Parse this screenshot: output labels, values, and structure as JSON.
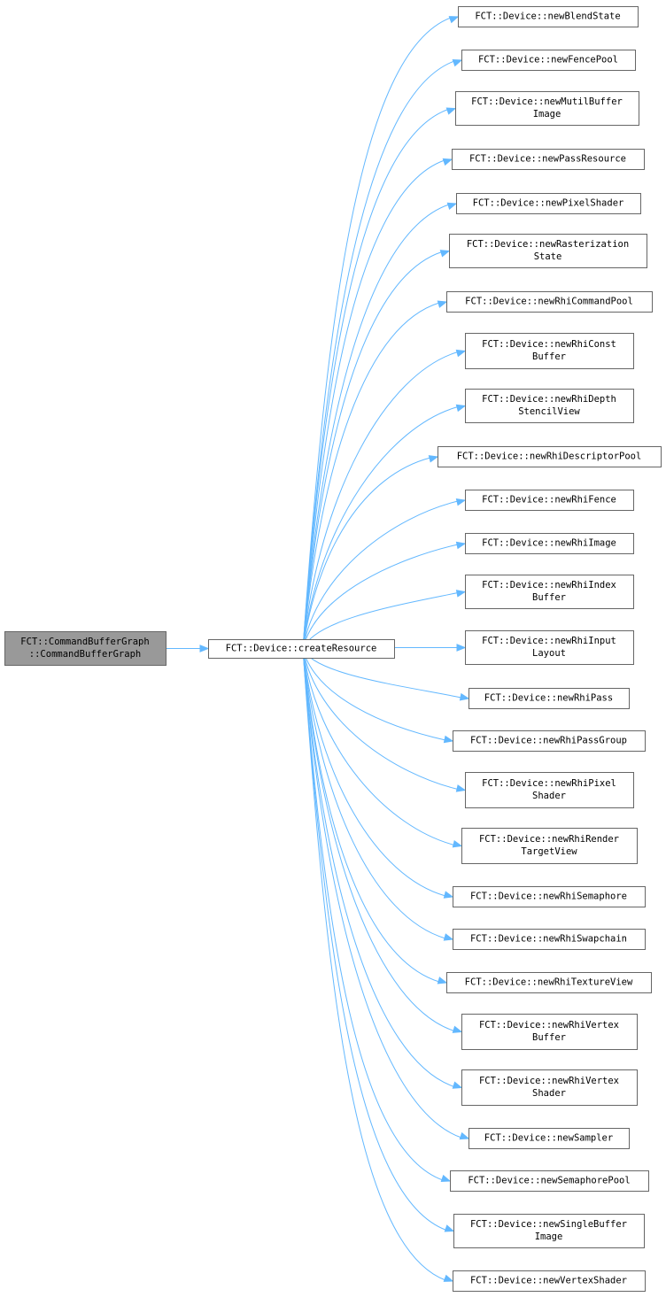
{
  "graph": {
    "root": {
      "id": "root",
      "lines": [
        "FCT::CommandBufferGraph",
        "::CommandBufferGraph"
      ]
    },
    "hub": {
      "id": "hub",
      "lines": [
        "FCT::Device::createResource"
      ]
    },
    "callees": [
      {
        "id": "newBlendState",
        "lines": [
          "FCT::Device::newBlendState"
        ]
      },
      {
        "id": "newFencePool",
        "lines": [
          "FCT::Device::newFencePool"
        ]
      },
      {
        "id": "newMutilBufferImage",
        "lines": [
          "FCT::Device::newMutilBuffer",
          "Image"
        ]
      },
      {
        "id": "newPassResource",
        "lines": [
          "FCT::Device::newPassResource"
        ]
      },
      {
        "id": "newPixelShader",
        "lines": [
          "FCT::Device::newPixelShader"
        ]
      },
      {
        "id": "newRasterizationState",
        "lines": [
          "FCT::Device::newRasterization",
          "State"
        ]
      },
      {
        "id": "newRhiCommandPool",
        "lines": [
          "FCT::Device::newRhiCommandPool"
        ]
      },
      {
        "id": "newRhiConstBuffer",
        "lines": [
          "FCT::Device::newRhiConst",
          "Buffer"
        ]
      },
      {
        "id": "newRhiDepthStencilView",
        "lines": [
          "FCT::Device::newRhiDepth",
          "StencilView"
        ]
      },
      {
        "id": "newRhiDescriptorPool",
        "lines": [
          "FCT::Device::newRhiDescriptorPool"
        ]
      },
      {
        "id": "newRhiFence",
        "lines": [
          "FCT::Device::newRhiFence"
        ]
      },
      {
        "id": "newRhiImage",
        "lines": [
          "FCT::Device::newRhiImage"
        ]
      },
      {
        "id": "newRhiIndexBuffer",
        "lines": [
          "FCT::Device::newRhiIndex",
          "Buffer"
        ]
      },
      {
        "id": "newRhiInputLayout",
        "lines": [
          "FCT::Device::newRhiInput",
          "Layout"
        ]
      },
      {
        "id": "newRhiPass",
        "lines": [
          "FCT::Device::newRhiPass"
        ]
      },
      {
        "id": "newRhiPassGroup",
        "lines": [
          "FCT::Device::newRhiPassGroup"
        ]
      },
      {
        "id": "newRhiPixelShader",
        "lines": [
          "FCT::Device::newRhiPixel",
          "Shader"
        ]
      },
      {
        "id": "newRhiRenderTargetView",
        "lines": [
          "FCT::Device::newRhiRender",
          "TargetView"
        ]
      },
      {
        "id": "newRhiSemaphore",
        "lines": [
          "FCT::Device::newRhiSemaphore"
        ]
      },
      {
        "id": "newRhiSwapchain",
        "lines": [
          "FCT::Device::newRhiSwapchain"
        ]
      },
      {
        "id": "newRhiTextureView",
        "lines": [
          "FCT::Device::newRhiTextureView"
        ]
      },
      {
        "id": "newRhiVertexBuffer",
        "lines": [
          "FCT::Device::newRhiVertex",
          "Buffer"
        ]
      },
      {
        "id": "newRhiVertexShader",
        "lines": [
          "FCT::Device::newRhiVertex",
          "Shader"
        ]
      },
      {
        "id": "newSampler",
        "lines": [
          "FCT::Device::newSampler"
        ]
      },
      {
        "id": "newSemaphorePool",
        "lines": [
          "FCT::Device::newSemaphorePool"
        ]
      },
      {
        "id": "newSingleBufferImage",
        "lines": [
          "FCT::Device::newSingleBuffer",
          "Image"
        ]
      },
      {
        "id": "newVertexShader",
        "lines": [
          "FCT::Device::newVertexShader"
        ]
      }
    ],
    "colors": {
      "edge": "#63b8ff",
      "root_fill": "#999999",
      "node_fill": "#ffffff",
      "node_border": "#666666"
    }
  }
}
